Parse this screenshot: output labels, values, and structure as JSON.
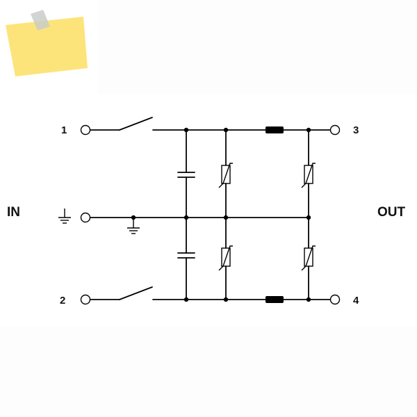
{
  "pins": {
    "in_top": "1",
    "in_bottom": "2",
    "out_top": "3",
    "out_bottom": "4"
  },
  "sides": {
    "input": "IN",
    "output": "OUT"
  },
  "colors": {
    "sticky_note": "#fde47a",
    "sticky_tape": "#c9cdc9",
    "line": "#000000"
  },
  "icons": [
    "sticky-note-icon",
    "ground-icon",
    "switch-icon",
    "capacitor-icon",
    "varistor-icon",
    "inductor-icon"
  ]
}
